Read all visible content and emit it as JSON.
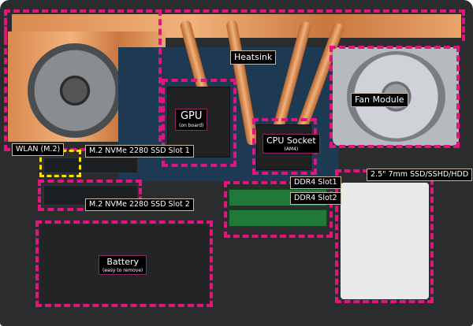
{
  "labels": {
    "heatsink": "Heatsink",
    "gpu": "GPU",
    "gpu_sub": "(on board)",
    "cpu": "CPU Socket",
    "cpu_sub": "(AM4)",
    "fan": "Fan Module",
    "wlan": "WLAN (M.2)",
    "ssd1": "M.2 NVMe 2280 SSD Slot 1",
    "ssd2": "M.2 NVMe 2280 SSD Slot 2",
    "ddr1": "DDR4 Slot1",
    "ddr2": "DDR4 Slot2",
    "hdd": "2.5\" 7mm SSD/SSHD/HDD",
    "battery": "Battery",
    "battery_sub": "(easy to remove)"
  },
  "colors": {
    "highlight": "#e0157d",
    "wlan_highlight": "#f5e400"
  }
}
